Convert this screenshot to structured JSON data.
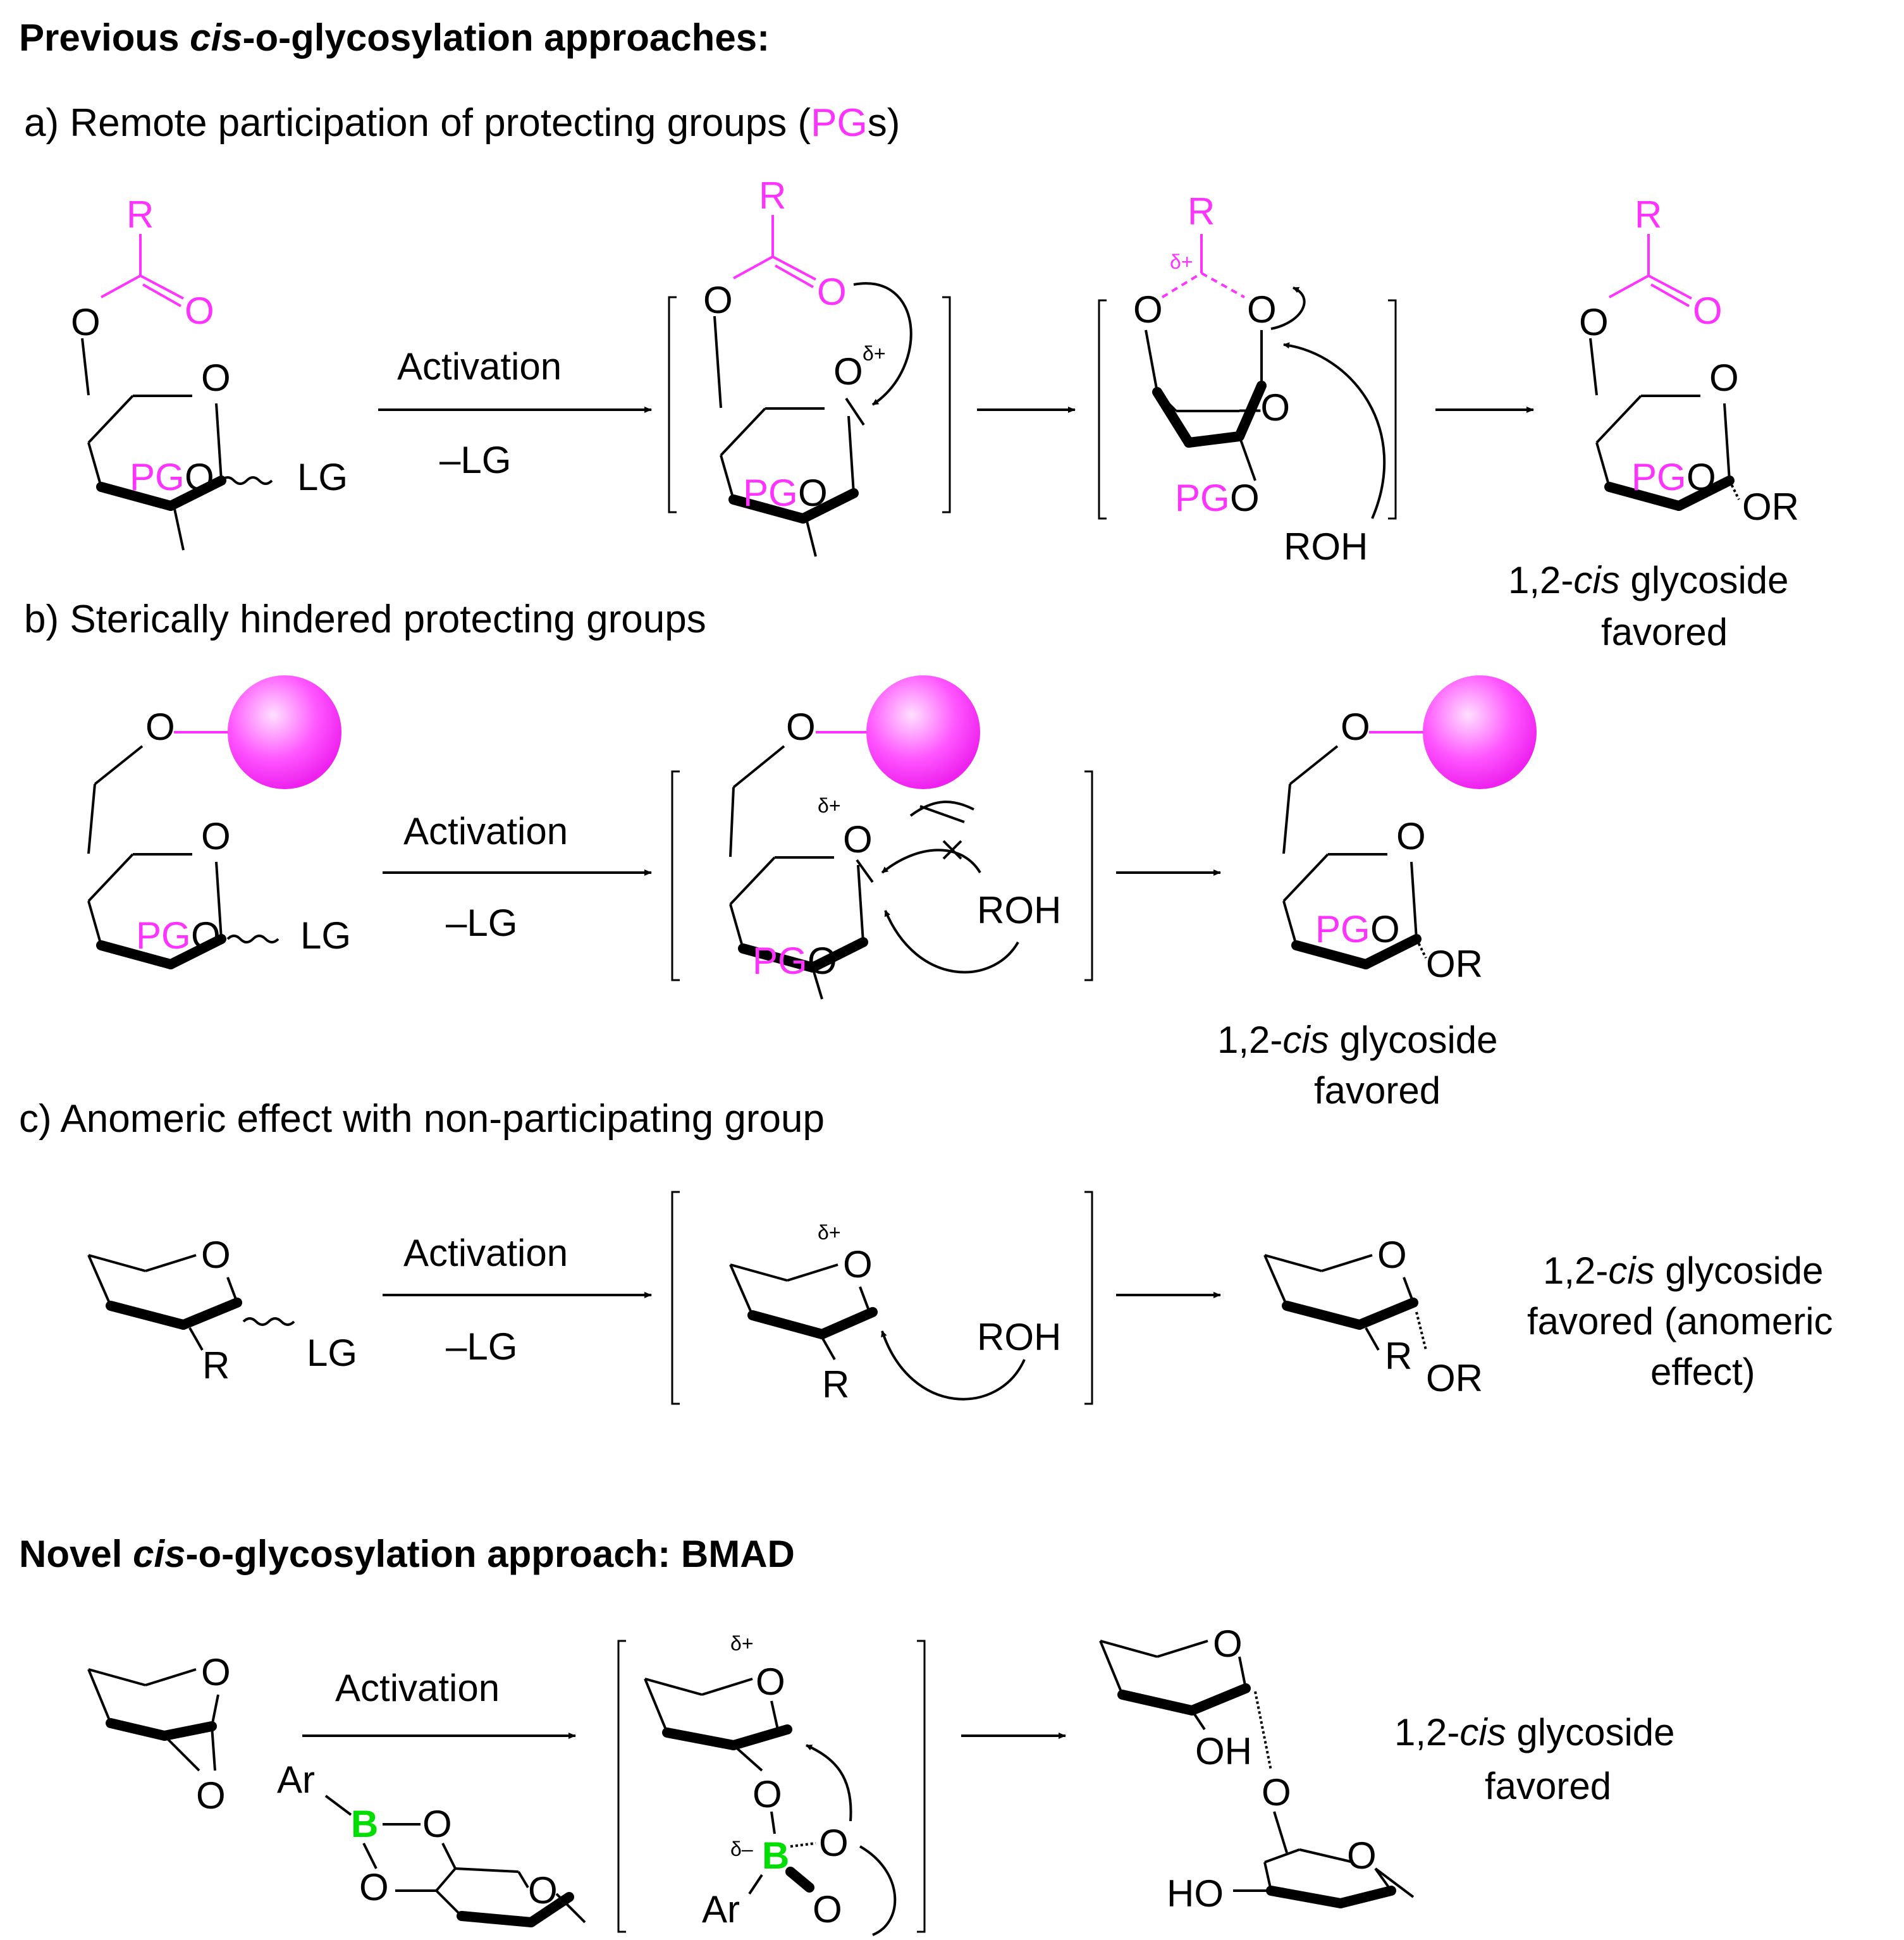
{
  "headings": {
    "previous_prefix": "Previous ",
    "previous_italic": "cis",
    "previous_suffix": "-o-glycosylation approaches:",
    "novel_prefix": "Novel ",
    "novel_italic": "cis",
    "novel_suffix": "-o-glycosylation approach: BMAD"
  },
  "sections": {
    "a_prefix": "a) Remote participation of protecting groups (",
    "a_pg": "PG",
    "a_suffix": "s)",
    "b": "b) Sterically hindered protecting groups",
    "c": "c) Anomeric effect with non-participating group"
  },
  "reagents": {
    "activation": "Activation",
    "minus_lg": "–LG"
  },
  "atoms": {
    "R": "R",
    "O": "O",
    "PG": "PG",
    "LG": "LG",
    "OR": "OR",
    "ROH": "ROH",
    "OH": "OH",
    "HO": "HO",
    "Ar": "Ar",
    "B": "B",
    "delta_plus": "δ+",
    "delta_minus": "δ–",
    "minus_O": "–O"
  },
  "results": {
    "prefix": "1,2-",
    "italic": "cis",
    "suffix": " glycoside",
    "favored": "favored",
    "favored_anomeric": "favored (anomeric",
    "effect": "effect)"
  },
  "colors": {
    "protecting_group": "#ff33ff",
    "boron": "#00dd00",
    "ink": "#000000"
  }
}
